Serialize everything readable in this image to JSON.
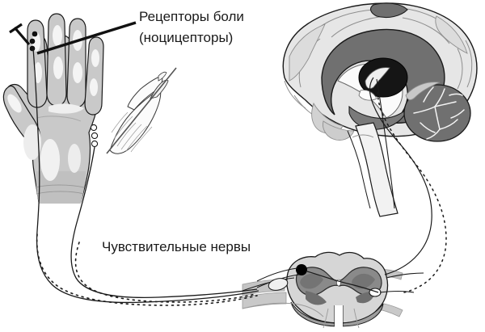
{
  "diagram": {
    "title": "Pain pathway from hand nociceptors to brain",
    "language": "ru",
    "background": "#ffffff"
  },
  "labels": {
    "receptors_line1": "Рецепторы боли",
    "receptors_line2": "(ноцицепторы)",
    "sensory_nerves": "Чувствительные нервы"
  },
  "palette": {
    "outline": "#1a1a1a",
    "hand_fill": "#c9c9c9",
    "hand_highlight": "#f2f2f2",
    "hand_shadow": "#b3b3b3",
    "feather_fill": "#fbfbfb",
    "brain_light": "#e3e3e3",
    "brain_mid": "#cfcfcf",
    "brain_dark": "#6f6f6f",
    "brain_darkest": "#141414",
    "cerebellum_fill": "#707070",
    "cord_white_matter": "#d6d6d6",
    "cord_gray_matter": "#8a8a8a",
    "cord_gray_dark": "#6e6e6e",
    "nerve_sheath": "#c4c4c4",
    "neuron_soma": "#000000"
  },
  "parts": {
    "hand": "hand-palmar-view",
    "feather": "feather-stimulus",
    "nociceptors": "pain-receptor-dots",
    "pointer": "leader-line-pointer",
    "brain": "brain-midsagittal-section",
    "corpus_callosum": "corpus-callosum",
    "thalamus": "thalamus",
    "cerebellum": "cerebellum",
    "brainstem": "brainstem",
    "somatosensory_cortex": "somatosensory-cortex",
    "spinal_cord": "spinal-cord-cross-section",
    "gray_matter": "spinal-gray-matter-butterfly",
    "central_canal": "central-canal",
    "dorsal_root_ganglion_cell": "dorsal-root-neuron-soma",
    "sensory_nerve_solid": "sensory-nerve-fiber-solid",
    "sensory_nerve_dashed": "sensory-nerve-fiber-dashed",
    "ascending_tract_solid": "ascending-tract-solid",
    "ascending_tract_dashed": "ascending-tract-dashed"
  }
}
